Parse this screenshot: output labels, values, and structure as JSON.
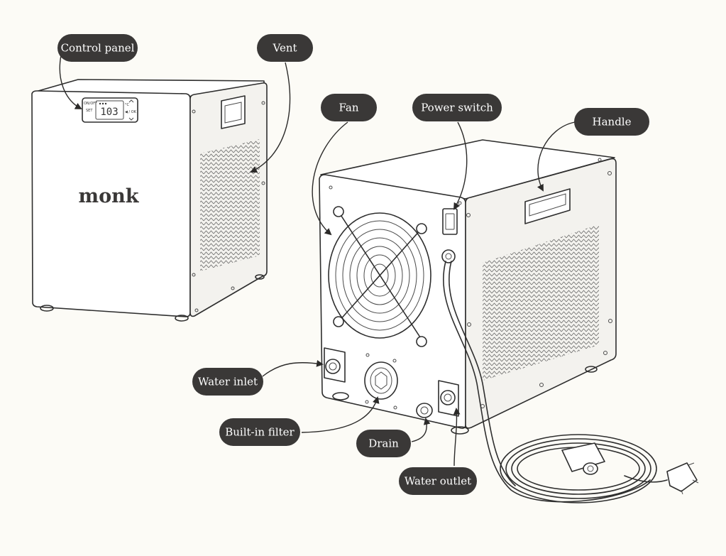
{
  "brand": {
    "logo_text": "monk"
  },
  "display": {
    "on_off": "ON/OFF",
    "set": "SET",
    "reading": "103",
    "unit": "°C",
    "ok": "◀ / OK"
  },
  "labels": [
    {
      "id": "control-panel",
      "text": "Control panel"
    },
    {
      "id": "vent",
      "text": "Vent"
    },
    {
      "id": "fan",
      "text": "Fan"
    },
    {
      "id": "power-switch",
      "text": "Power switch"
    },
    {
      "id": "handle",
      "text": "Handle"
    },
    {
      "id": "water-inlet",
      "text": "Water inlet"
    },
    {
      "id": "built-in-filter",
      "text": "Built-in filter"
    },
    {
      "id": "drain",
      "text": "Drain"
    },
    {
      "id": "water-outlet",
      "text": "Water outlet"
    }
  ],
  "colors": {
    "label_bg": "#3a3837",
    "label_text": "#ffffff",
    "line": "#2b2a29",
    "background": "#fcfbf6"
  }
}
